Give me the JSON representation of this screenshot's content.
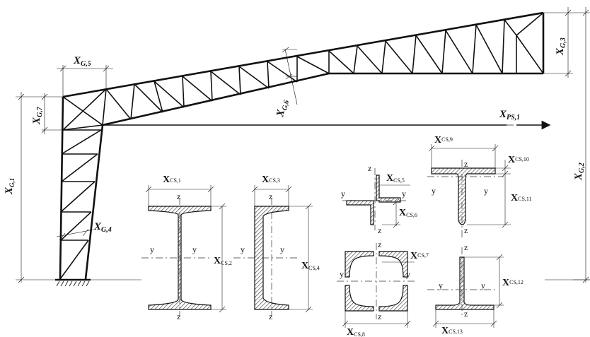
{
  "labels": {
    "xg1": {
      "main": "X",
      "sub": "G,1"
    },
    "xg2": {
      "main": "X",
      "sub": "G,2"
    },
    "xg3": {
      "main": "X",
      "sub": "G,3"
    },
    "xg4": {
      "main": "X",
      "sub": "G,4"
    },
    "xg5": {
      "main": "X",
      "sub": "G,5"
    },
    "xg6": {
      "main": "X",
      "sub": "G,6"
    },
    "xg7": {
      "main": "X",
      "sub": "G,7"
    },
    "xps1": {
      "main": "X",
      "sub": "PS,1"
    },
    "xcs1": {
      "main": "X",
      "sub": "CS,1"
    },
    "xcs2": {
      "main": "X",
      "sub": "CS,2"
    },
    "xcs3": {
      "main": "X",
      "sub": "CS,3"
    },
    "xcs4": {
      "main": "X",
      "sub": "CS,4"
    },
    "xcs5": {
      "main": "X",
      "sub": "CS,5"
    },
    "xcs6": {
      "main": "X",
      "sub": "CS,6"
    },
    "xcs7": {
      "main": "X",
      "sub": "CS,7"
    },
    "xcs8": {
      "main": "X",
      "sub": "CS,8"
    },
    "xcs9": {
      "main": "X",
      "sub": "CS,9"
    },
    "xcs10": {
      "main": "X",
      "sub": "CS,10"
    },
    "xcs11": {
      "main": "X",
      "sub": "CS,11"
    },
    "xcs12": {
      "main": "X",
      "sub": "CS,12"
    },
    "xcs13": {
      "main": "X",
      "sub": "CS,13"
    }
  },
  "axes": {
    "y": "y",
    "z": "z"
  }
}
